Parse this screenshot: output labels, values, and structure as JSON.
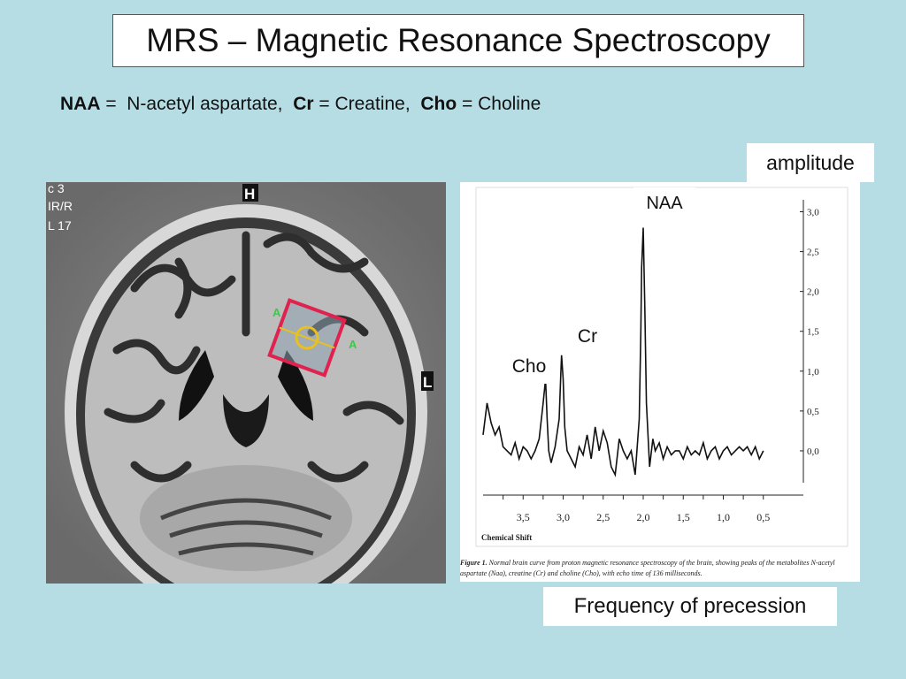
{
  "title": "MRS – Magnetic Resonance Spectroscopy",
  "legend": {
    "naa_abbr": "NAA",
    "naa_def": " =  N-acetyl aspartate,  ",
    "cr_abbr": "Cr",
    "cr_def": " = Creatine,  ",
    "cho_abbr": "Cho",
    "cho_def": " = Choline"
  },
  "labels": {
    "amplitude": "amplitude",
    "frequency": "Frequency of precession",
    "naa": "NAA",
    "cr": "Cr",
    "cho": "Cho"
  },
  "mri": {
    "overlay_text": [
      "c 3",
      "IR/R",
      "L 17"
    ],
    "marker_h": "H",
    "marker_l": "L",
    "marker_a": "A",
    "marker_a2": "A"
  },
  "colors": {
    "background": "#b6dde3",
    "voxel_box": "#e0224e",
    "voxel_marker": "#e8c020",
    "marker_green": "#30d040"
  },
  "chart_data": {
    "type": "line",
    "xlabel": "Chemical Shift",
    "ylabel": "",
    "x_ticks": [
      "3,5",
      "3,0",
      "2,5",
      "2,0",
      "1,5",
      "1,0",
      "0,5"
    ],
    "y_ticks": [
      "3,0",
      "2,5",
      "2,0",
      "1,5",
      "1,0",
      "0,5",
      "0,0"
    ],
    "xlim": [
      4.0,
      0.0
    ],
    "ylim": [
      -0.4,
      3.15
    ],
    "x_reversed": true,
    "series": [
      {
        "x": [
          4.0,
          3.95,
          3.9,
          3.85,
          3.8,
          3.75,
          3.7,
          3.65,
          3.6,
          3.55,
          3.5,
          3.45,
          3.4,
          3.35,
          3.3,
          3.25,
          3.22,
          3.2,
          3.18,
          3.15,
          3.1,
          3.05,
          3.03,
          3.02,
          3.0,
          2.98,
          2.95,
          2.9,
          2.85,
          2.8,
          2.75,
          2.7,
          2.65,
          2.6,
          2.55,
          2.5,
          2.45,
          2.4,
          2.35,
          2.3,
          2.25,
          2.2,
          2.15,
          2.1,
          2.05,
          2.03,
          2.02,
          2.0,
          1.98,
          1.96,
          1.92,
          1.88,
          1.85,
          1.8,
          1.75,
          1.7,
          1.65,
          1.6,
          1.55,
          1.5,
          1.45,
          1.4,
          1.35,
          1.3,
          1.25,
          1.2,
          1.15,
          1.1,
          1.05,
          1.0,
          0.95,
          0.9,
          0.85,
          0.8,
          0.75,
          0.7,
          0.65,
          0.6,
          0.55,
          0.5
        ],
        "y": [
          0.2,
          0.6,
          0.35,
          0.2,
          0.3,
          0.05,
          0.0,
          -0.05,
          0.1,
          -0.1,
          0.05,
          0.0,
          -0.1,
          0.0,
          0.15,
          0.6,
          0.9,
          0.4,
          0.0,
          -0.15,
          0.05,
          0.4,
          0.95,
          1.2,
          0.9,
          0.3,
          0.0,
          -0.1,
          -0.2,
          0.05,
          -0.05,
          0.2,
          -0.1,
          0.3,
          0.0,
          0.25,
          0.1,
          -0.2,
          -0.3,
          0.15,
          0.0,
          -0.1,
          0.0,
          -0.3,
          0.4,
          1.5,
          2.3,
          2.8,
          1.8,
          0.6,
          -0.2,
          0.15,
          0.0,
          0.1,
          -0.1,
          0.05,
          -0.05,
          0.0,
          0.0,
          -0.1,
          0.05,
          -0.05,
          0.0,
          -0.05,
          0.1,
          -0.1,
          0.0,
          0.05,
          -0.1,
          0.0,
          0.05,
          -0.05,
          0.0,
          0.05,
          0.0,
          0.05,
          -0.05,
          0.05,
          -0.1,
          0.0
        ]
      }
    ],
    "annotations": [
      "NAA",
      "Cr",
      "Cho"
    ],
    "grid": false
  },
  "figure_caption": {
    "bold": "Figure 1.",
    "text": " Normal brain curve from proton magnetic resonance spectroscopy of the brain, showing peaks of the metabolites N-acetyl aspartate (Naa), creatine (Cr) and choline (Cho), with echo time of 136 milliseconds."
  }
}
